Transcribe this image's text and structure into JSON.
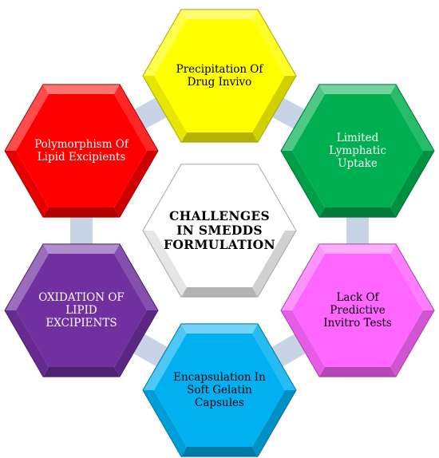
{
  "center": {
    "label": "CHALLENGES\nIN SMEDDS\nFORMULATION",
    "color": "#ffffff"
  },
  "hexagons": [
    {
      "label": "Precipitation Of\nDrug Invivo",
      "color": "#ffff00",
      "text_color": "#000000"
    },
    {
      "label": "Limited\nLymphatic\nUptake",
      "color": "#00b050",
      "text_color": "#ffffff"
    },
    {
      "label": "Lack Of\nPredictive\nInvitro Tests",
      "color": "#ff66ff",
      "text_color": "#000000"
    },
    {
      "label": "Encapsulation In\nSoft Gelatin\nCapsules",
      "color": "#00b0f0",
      "text_color": "#000000"
    },
    {
      "label": "OXIDATION OF\nLIPID\nEXCIPIENTS",
      "color": "#7030a0",
      "text_color": "#ffffff"
    },
    {
      "label": "Polymorphism Of\nLipid Excipients",
      "color": "#ff0000",
      "text_color": "#ffffff"
    }
  ],
  "connector_color": "#c8d4e6"
}
